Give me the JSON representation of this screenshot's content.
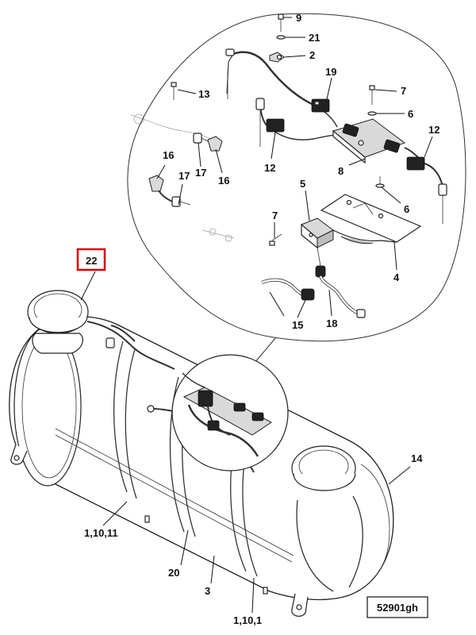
{
  "figure_id": "52901gh",
  "highlighted_callout": "22",
  "highlight_color": "#e00000",
  "callouts": {
    "c9": "9",
    "c21": "21",
    "c2": "2",
    "c19": "19",
    "c13": "13",
    "c7a": "7",
    "c6a": "6",
    "c12a": "12",
    "c12b": "12",
    "c8": "8",
    "c16a": "16",
    "c17a": "17",
    "c17b": "17",
    "c16b": "16",
    "c5": "5",
    "c6b": "6",
    "c7b": "7",
    "c4": "4",
    "c15": "15",
    "c18": "18",
    "c22": "22",
    "c14": "14",
    "c11011": "1,10,11",
    "c20": "20",
    "c3": "3",
    "c1101": "1,10,1"
  }
}
